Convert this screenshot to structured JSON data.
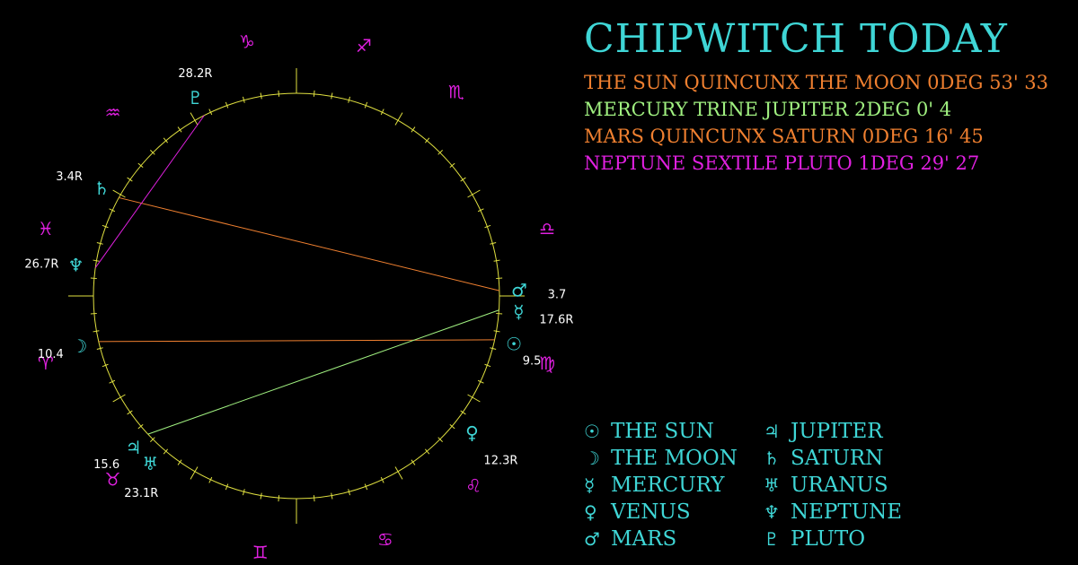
{
  "title": "CHIPWITCH TODAY",
  "colors": {
    "background": "#000000",
    "wheel": "#e0e040",
    "title": "#3fd6d6",
    "planet_glyph": "#3fd6d6",
    "sign_glyph": "#e020e0",
    "label": "#ffffff",
    "quincunx": "#f08030",
    "trine": "#a0f080",
    "sextile": "#e020e0"
  },
  "aspects": [
    {
      "text": "THE SUN QUINCUNX THE MOON 0DEG 53' 33",
      "color": "#f08030"
    },
    {
      "text": "MERCURY TRINE JUPITER 2DEG 0' 4",
      "color": "#a0f080"
    },
    {
      "text": "MARS QUINCUNX SATURN 0DEG 16' 45",
      "color": "#f08030"
    },
    {
      "text": "NEPTUNE SEXTILE PLUTO 1DEG 29' 27",
      "color": "#e020e0"
    }
  ],
  "legend": [
    {
      "icon": "sun-icon",
      "glyph": "☉",
      "name": "THE SUN"
    },
    {
      "icon": "moon-icon",
      "glyph": "☽",
      "name": "THE MOON"
    },
    {
      "icon": "mercury-icon",
      "glyph": "☿",
      "name": "MERCURY"
    },
    {
      "icon": "venus-icon",
      "glyph": "♀",
      "name": "VENUS"
    },
    {
      "icon": "mars-icon",
      "glyph": "♂",
      "name": "MARS"
    },
    {
      "icon": "jupiter-icon",
      "glyph": "♃",
      "name": "JUPITER"
    },
    {
      "icon": "saturn-icon",
      "glyph": "♄",
      "name": "SATURN"
    },
    {
      "icon": "uranus-icon",
      "glyph": "♅",
      "name": "URANUS"
    },
    {
      "icon": "neptune-icon",
      "glyph": "♆",
      "name": "NEPTUNE"
    },
    {
      "icon": "pluto-icon",
      "glyph": "♇",
      "name": "PLUTO"
    }
  ],
  "signs": [
    {
      "name": "aries",
      "glyph": "♈"
    },
    {
      "name": "taurus",
      "glyph": "♉"
    },
    {
      "name": "gemini",
      "glyph": "♊"
    },
    {
      "name": "cancer",
      "glyph": "♋"
    },
    {
      "name": "leo",
      "glyph": "♌"
    },
    {
      "name": "virgo",
      "glyph": "♍"
    },
    {
      "name": "libra",
      "glyph": "♎"
    },
    {
      "name": "scorpio",
      "glyph": "♏"
    },
    {
      "name": "sagittarius",
      "glyph": "♐"
    },
    {
      "name": "capricorn",
      "glyph": "♑"
    },
    {
      "name": "aquarius",
      "glyph": "♒"
    },
    {
      "name": "pisces",
      "glyph": "♓"
    }
  ],
  "planets": [
    {
      "name": "sun",
      "glyph": "☉",
      "degree": "9.5"
    },
    {
      "name": "moon",
      "glyph": "☽",
      "degree": "10.4"
    },
    {
      "name": "mercury",
      "glyph": "☿",
      "degree": "17.6R"
    },
    {
      "name": "venus",
      "glyph": "♀",
      "degree": "12.3R"
    },
    {
      "name": "mars",
      "glyph": "♂",
      "degree": "3.7"
    },
    {
      "name": "jupiter",
      "glyph": "♃",
      "degree": "15.6"
    },
    {
      "name": "saturn",
      "glyph": "♄",
      "degree": "3.4R"
    },
    {
      "name": "uranus",
      "glyph": "♅",
      "degree": "23.1R"
    },
    {
      "name": "neptune",
      "glyph": "♆",
      "degree": "26.7R"
    },
    {
      "name": "pluto",
      "glyph": "♇",
      "degree": "28.2R"
    }
  ]
}
